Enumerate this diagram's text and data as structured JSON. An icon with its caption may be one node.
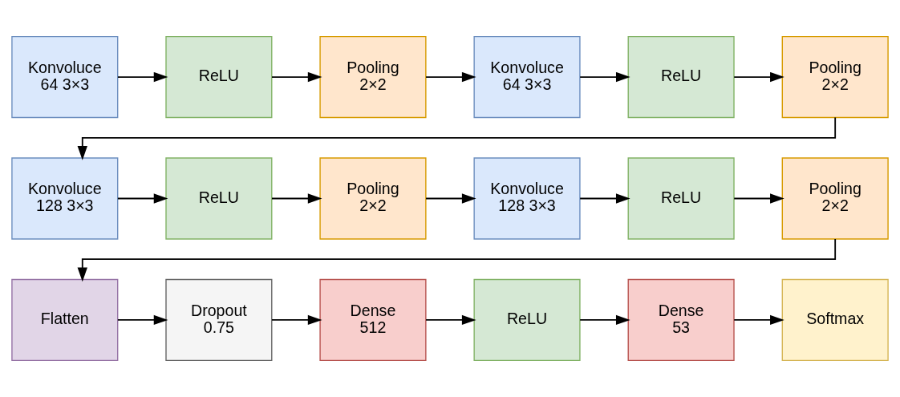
{
  "diagram": {
    "nodes": [
      {
        "text": [
          "Konvoluce 64 3×3"
        ]
      },
      {
        "text": [
          "ReLU"
        ]
      },
      {
        "text": [
          "Pooling 2×2"
        ]
      },
      {
        "text": [
          "Konvoluce 64 3×3"
        ]
      },
      {
        "text": [
          "ReLU"
        ]
      },
      {
        "text": [
          "Pooling 2×2"
        ]
      },
      {
        "text": [
          "Konvoluce 128 3×3"
        ]
      },
      {
        "text": [
          "ReLU"
        ]
      },
      {
        "text": [
          "Pooling 2×2"
        ]
      },
      {
        "text": [
          "Konvoluce 128 3×3"
        ]
      },
      {
        "text": [
          "ReLU"
        ]
      },
      {
        "text": [
          "Pooling 2×2"
        ]
      },
      {
        "text": [
          "Flatten"
        ]
      },
      {
        "text": [
          "Dropout 0.75"
        ]
      },
      {
        "text": [
          "Dense 512"
        ]
      },
      {
        "text": [
          "ReLU"
        ]
      },
      {
        "text": [
          "Dense 53"
        ]
      },
      {
        "text": [
          "Softmax"
        ]
      }
    ],
    "edges": [
      {
        "from": 0,
        "to": 1,
        "arrow": "to"
      },
      {
        "from": 1,
        "to": 2,
        "arrow": "to"
      },
      {
        "from": 2,
        "to": 3,
        "arrow": "to"
      },
      {
        "from": 3,
        "to": 4,
        "arrow": "to"
      },
      {
        "from": 4,
        "to": 5,
        "arrow": "to"
      },
      {
        "from": 5,
        "to": 6,
        "arrow": "to"
      },
      {
        "from": 6,
        "to": 7,
        "arrow": "to"
      },
      {
        "from": 7,
        "to": 8,
        "arrow": "to"
      },
      {
        "from": 8,
        "to": 9,
        "arrow": "to"
      },
      {
        "from": 9,
        "to": 10,
        "arrow": "to"
      },
      {
        "from": 10,
        "to": 11,
        "arrow": "to"
      },
      {
        "from": 11,
        "to": 12,
        "arrow": "to"
      },
      {
        "from": 12,
        "to": 13,
        "arrow": "to"
      },
      {
        "from": 13,
        "to": 14,
        "arrow": "to"
      },
      {
        "from": 14,
        "to": 15,
        "arrow": "to"
      },
      {
        "from": 15,
        "to": 16,
        "arrow": "to"
      },
      {
        "from": 16,
        "to": 17,
        "arrow": "to"
      }
    ]
  }
}
